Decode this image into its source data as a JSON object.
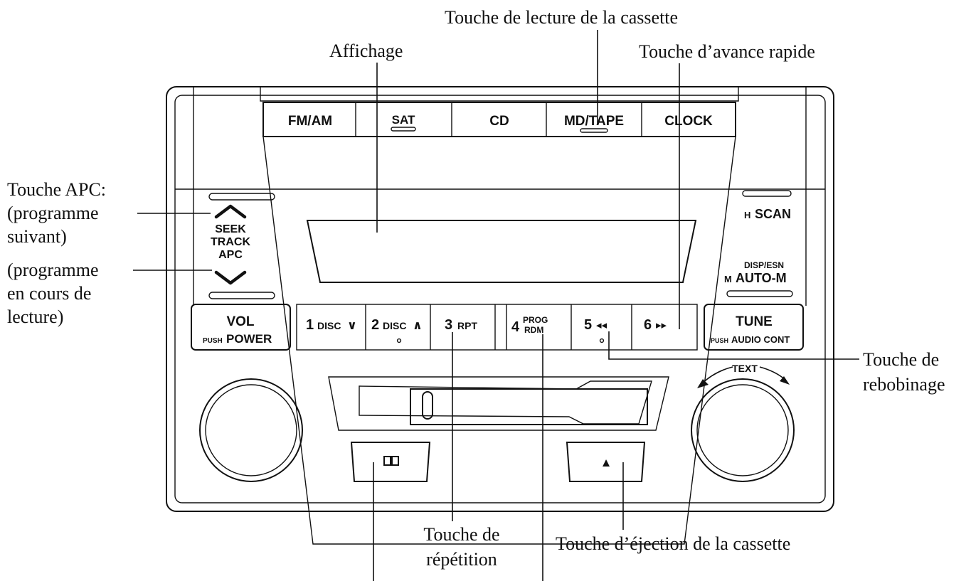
{
  "annotations": {
    "play": "Touche de lecture de la cassette",
    "display": "Affichage",
    "ff": "Touche d’avance rapide",
    "apc_1": "Touche APC:",
    "apc_2": "(programme",
    "apc_3": "suivant)",
    "apc_4": "(programme",
    "apc_5": "en cours de",
    "apc_6": "lecture)",
    "rew_1": "Touche de",
    "rew_2": "rebobinage",
    "repeat_1": "Touche de",
    "repeat_2": "répétition",
    "eject": "Touche d’éjection de la cassette"
  },
  "source_buttons": [
    "FM/AM",
    "SAT",
    "CD",
    "MD/TAPE",
    "CLOCK"
  ],
  "left_control": {
    "seek": "SEEK",
    "track": "TRACK",
    "apc": "APC"
  },
  "right_control": {
    "scan_prefix": "H",
    "scan": "SCAN",
    "disp": "DISP/ESN",
    "auto_prefix": "M",
    "auto": "AUTO-M"
  },
  "vol": {
    "main": "VOL",
    "push": "PUSH",
    "power": "POWER"
  },
  "tune": {
    "main": "TUNE",
    "push": "PUSH",
    "audio": "AUDIO CONT"
  },
  "presets": [
    {
      "num": "1",
      "sub": "DISC",
      "sym": "∨"
    },
    {
      "num": "2",
      "sub": "DISC",
      "sym": "∧"
    },
    {
      "num": "3",
      "sub": "RPT",
      "sym": ""
    },
    {
      "num": "4",
      "sub_top": "PROG",
      "sub_bottom": "RDM"
    },
    {
      "num": "5",
      "sym": "◂◂"
    },
    {
      "num": "6",
      "sym": "▸▸"
    }
  ],
  "text_label": "TEXT",
  "eject_symbol": "▲"
}
